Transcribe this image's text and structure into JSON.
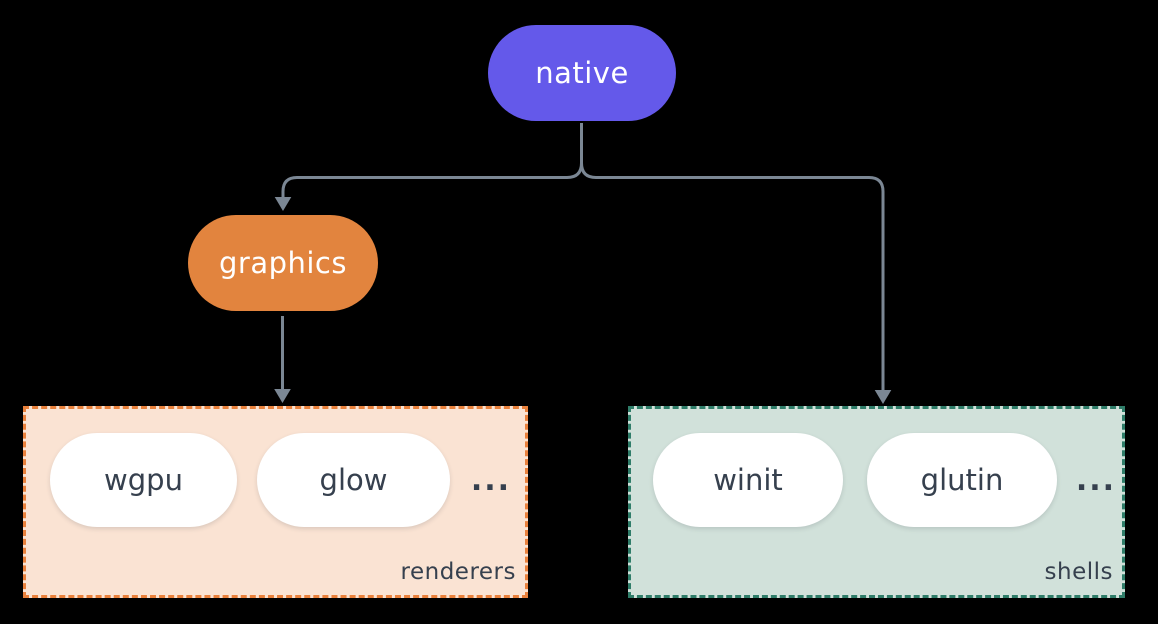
{
  "diagram": {
    "background": "#000000",
    "connector_color": "#7b8794",
    "nodes": {
      "native": {
        "label": "native",
        "fill": "#6459ea",
        "text_color": "#ffffff"
      },
      "graphics": {
        "label": "graphics",
        "fill": "#e2843e",
        "text_color": "#ffffff"
      }
    },
    "groups": [
      {
        "id": "renderers",
        "label": "renderers",
        "fill": "#fae3d3",
        "border_color": "#e9813c",
        "border_style": "dashed",
        "item_fill": "#ffffff",
        "item_text_color": "#36404e",
        "items": [
          {
            "label": "wgpu"
          },
          {
            "label": "glow"
          }
        ],
        "ellipsis": "..."
      },
      {
        "id": "shells",
        "label": "shells",
        "fill": "#d1e1da",
        "border_color": "#2f7d69",
        "border_style": "dashed",
        "item_fill": "#ffffff",
        "item_text_color": "#36404e",
        "items": [
          {
            "label": "winit"
          },
          {
            "label": "glutin"
          }
        ],
        "ellipsis": "..."
      }
    ],
    "edges": [
      {
        "from": "native",
        "to": "graphics"
      },
      {
        "from": "native",
        "to": "shells"
      },
      {
        "from": "graphics",
        "to": "renderers"
      }
    ]
  }
}
